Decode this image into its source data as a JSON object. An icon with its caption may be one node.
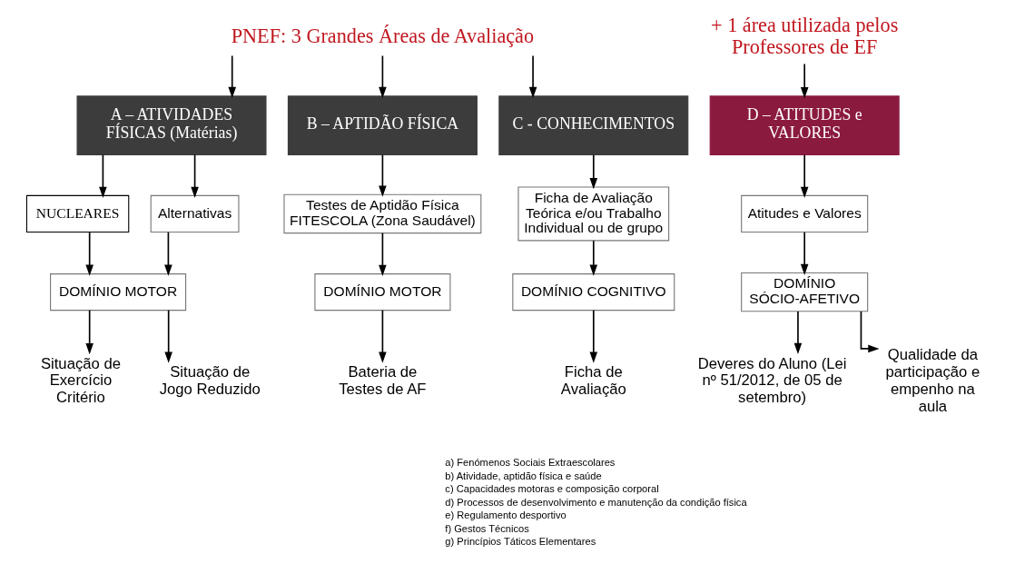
{
  "diagram": {
    "nodes": [
      {
        "text": [
          "PNEF: 3 Grandes Áreas de Avaliação"
        ]
      },
      {
        "text": [
          "+ 1 área utilizada pelos Professores de EF"
        ]
      },
      {
        "text": [
          "A – ATIVIDADES FÍSICAS (Matérias)"
        ]
      },
      {
        "text": [
          "B – APTIDÃO FÍSICA"
        ]
      },
      {
        "text": [
          "C - CONHECIMENTOS"
        ]
      },
      {
        "text": [
          "D – ATITUDES e VALORES"
        ]
      },
      {
        "text": [
          "NUCLEARES"
        ]
      },
      {
        "text": [
          "Alternativas"
        ]
      },
      {
        "text": [
          "Testes de Aptidão Física FITESCOLA (Zona Saudável)"
        ]
      },
      {
        "text": [
          "Ficha de Avaliação Teórica e/ou Trabalho Individual ou de grupo"
        ]
      },
      {
        "text": [
          "Atitudes e Valores"
        ]
      },
      {
        "text": [
          "DOMÍNIO MOTOR"
        ]
      },
      {
        "text": [
          "DOMÍNIO MOTOR"
        ]
      },
      {
        "text": [
          "DOMÍNIO COGNITIVO"
        ]
      },
      {
        "text": [
          "DOMÍNIO SÓCIO-AFETIVO"
        ]
      },
      {
        "text": [
          "Situação de Exercício Critério"
        ]
      },
      {
        "text": [
          "Situação de Jogo Reduzido"
        ]
      },
      {
        "text": [
          "Bateria de Testes de AF"
        ]
      },
      {
        "text": [
          "Ficha de Avaliação"
        ]
      },
      {
        "text": [
          "Deveres do Aluno (Lei nº 51/2012, de 05 de setembro)"
        ]
      },
      {
        "text": [
          "Qualidade da participação e empenho na aula"
        ]
      }
    ],
    "edges": [
      {
        "from": 0,
        "to": 2,
        "arrow": "to"
      },
      {
        "from": 0,
        "to": 3,
        "arrow": "to"
      },
      {
        "from": 0,
        "to": 4,
        "arrow": "to"
      },
      {
        "from": 1,
        "to": 5,
        "arrow": "to"
      },
      {
        "from": 2,
        "to": 6,
        "arrow": "to"
      },
      {
        "from": 2,
        "to": 7,
        "arrow": "to"
      },
      {
        "from": 3,
        "to": 8,
        "arrow": "to"
      },
      {
        "from": 4,
        "to": 9,
        "arrow": "to"
      },
      {
        "from": 5,
        "to": 10,
        "arrow": "to"
      },
      {
        "from": 6,
        "to": 11,
        "arrow": "to"
      },
      {
        "from": 7,
        "to": 11,
        "arrow": "to"
      },
      {
        "from": 8,
        "to": 12,
        "arrow": "to"
      },
      {
        "from": 9,
        "to": 13,
        "arrow": "to"
      },
      {
        "from": 10,
        "to": 14,
        "arrow": "to"
      },
      {
        "from": 11,
        "to": 15,
        "arrow": "to"
      },
      {
        "from": 11,
        "to": 16,
        "arrow": "to"
      },
      {
        "from": 12,
        "to": 17,
        "arrow": "to"
      },
      {
        "from": 13,
        "to": 18,
        "arrow": "to"
      },
      {
        "from": 14,
        "to": 19,
        "arrow": "to"
      },
      {
        "from": 14,
        "to": 20,
        "arrow": "to"
      }
    ],
    "labels": [
      "a) Fenómenos Sociais Extraescolares",
      "b) Atividade, aptidão física e saúde",
      "c) Capacidades motoras e composição corporal",
      "d) Processos de desenvolvimento e manutenção da condição física",
      "e) Regulamento desportivo",
      "f) Gestos Técnicos",
      "g) Princípios Táticos Elementares"
    ]
  }
}
